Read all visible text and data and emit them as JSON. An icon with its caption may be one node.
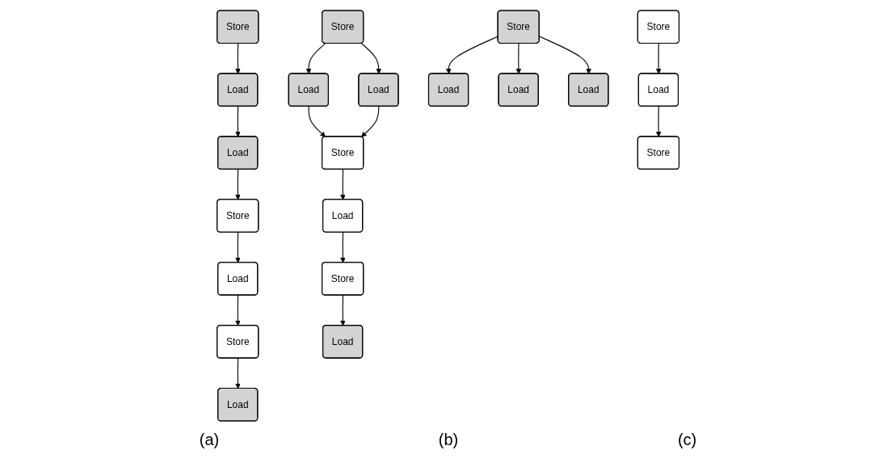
{
  "diagram": {
    "nodes": [
      {
        "text": [
          "Store"
        ]
      },
      {
        "text": [
          "Load"
        ]
      },
      {
        "text": [
          "Load"
        ]
      },
      {
        "text": [
          "Store"
        ]
      },
      {
        "text": [
          "Load"
        ]
      },
      {
        "text": [
          "Store"
        ]
      },
      {
        "text": [
          "Load"
        ]
      },
      {
        "text": [
          "Store"
        ]
      },
      {
        "text": [
          "Load"
        ]
      },
      {
        "text": [
          "Load"
        ]
      },
      {
        "text": [
          "Store"
        ]
      },
      {
        "text": [
          "Load"
        ]
      },
      {
        "text": [
          "Store"
        ]
      },
      {
        "text": [
          "Load"
        ]
      },
      {
        "text": [
          "Store"
        ]
      },
      {
        "text": [
          "Load"
        ]
      },
      {
        "text": [
          "Load"
        ]
      },
      {
        "text": [
          "Load"
        ]
      },
      {
        "text": [
          "Store"
        ]
      },
      {
        "text": [
          "Load"
        ]
      },
      {
        "text": [
          "Store"
        ]
      }
    ],
    "edges": [
      {
        "from": 0,
        "to": 1,
        "arrow": "to"
      },
      {
        "from": 1,
        "to": 2,
        "arrow": "to"
      },
      {
        "from": 2,
        "to": 3,
        "arrow": "to"
      },
      {
        "from": 3,
        "to": 4,
        "arrow": "to"
      },
      {
        "from": 4,
        "to": 5,
        "arrow": "to"
      },
      {
        "from": 5,
        "to": 6,
        "arrow": "to"
      },
      {
        "from": 7,
        "to": 8,
        "arrow": "to"
      },
      {
        "from": 7,
        "to": 9,
        "arrow": "to"
      },
      {
        "from": 8,
        "to": 10,
        "arrow": "to"
      },
      {
        "from": 9,
        "to": 10,
        "arrow": "to"
      },
      {
        "from": 10,
        "to": 11,
        "arrow": "to"
      },
      {
        "from": 11,
        "to": 12,
        "arrow": "to"
      },
      {
        "from": 12,
        "to": 13,
        "arrow": "to"
      },
      {
        "from": 14,
        "to": 15,
        "arrow": "to"
      },
      {
        "from": 14,
        "to": 16,
        "arrow": "to"
      },
      {
        "from": 14,
        "to": 17,
        "arrow": "to"
      },
      {
        "from": 18,
        "to": 19,
        "arrow": "to"
      },
      {
        "from": 19,
        "to": 20,
        "arrow": "to"
      }
    ],
    "labels": [
      "(a)",
      "(b)",
      "(c)"
    ]
  }
}
